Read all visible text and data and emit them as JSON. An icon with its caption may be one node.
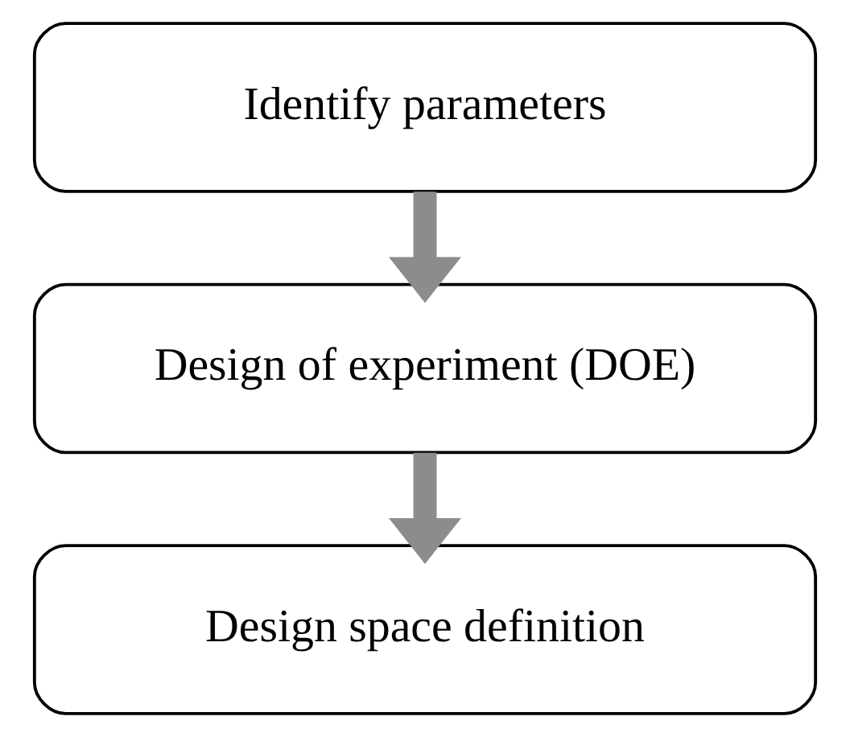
{
  "diagram": {
    "nodes": [
      {
        "text": [
          "Identify parameters"
        ]
      },
      {
        "text": [
          "Design of experiment (DOE)"
        ]
      },
      {
        "text": [
          "Design space definition"
        ]
      }
    ],
    "edges": [
      {
        "from": 0,
        "to": 1,
        "arrow": "to"
      },
      {
        "from": 1,
        "to": 2,
        "arrow": "to"
      }
    ]
  }
}
